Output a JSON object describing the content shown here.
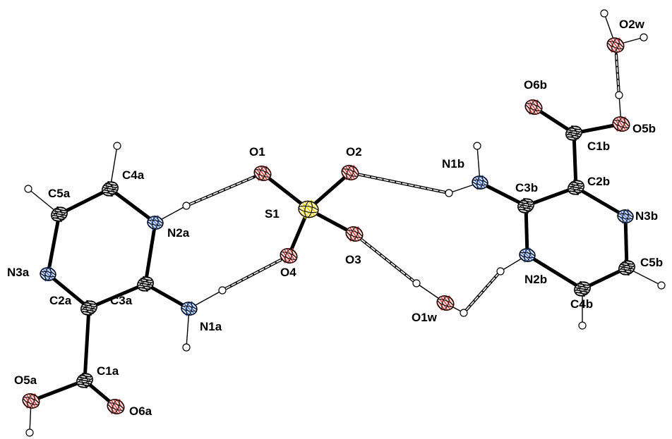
{
  "figure": {
    "colors": {
      "carbon": "#222222",
      "nitrogen": "#3b6fd6",
      "oxygen": "#e0413a",
      "sulfur": "#f0dc1e",
      "hydrogen": "#ffffff",
      "bond": "#000000"
    },
    "atoms": [
      {
        "id": "S1",
        "el": "S",
        "label": "S1"
      },
      {
        "id": "O1",
        "el": "O",
        "label": "O1"
      },
      {
        "id": "O2",
        "el": "O",
        "label": "O2"
      },
      {
        "id": "O3",
        "el": "O",
        "label": "O3"
      },
      {
        "id": "O4",
        "el": "O",
        "label": "O4"
      },
      {
        "id": "N1a",
        "el": "N",
        "label": "N1a"
      },
      {
        "id": "N2a",
        "el": "N",
        "label": "N2a"
      },
      {
        "id": "N3a",
        "el": "N",
        "label": "N3a"
      },
      {
        "id": "C1a",
        "el": "C",
        "label": "C1a"
      },
      {
        "id": "C2a",
        "el": "C",
        "label": "C2a"
      },
      {
        "id": "C3a",
        "el": "C",
        "label": "C3a"
      },
      {
        "id": "C4a",
        "el": "C",
        "label": "C4a"
      },
      {
        "id": "C5a",
        "el": "C",
        "label": "C5a"
      },
      {
        "id": "O5a",
        "el": "O",
        "label": "O5a"
      },
      {
        "id": "O6a",
        "el": "O",
        "label": "O6a"
      },
      {
        "id": "N1b",
        "el": "N",
        "label": "N1b"
      },
      {
        "id": "N2b",
        "el": "N",
        "label": "N2b"
      },
      {
        "id": "N3b",
        "el": "N",
        "label": "N3b"
      },
      {
        "id": "C1b",
        "el": "C",
        "label": "C1b"
      },
      {
        "id": "C2b",
        "el": "C",
        "label": "C2b"
      },
      {
        "id": "C3b",
        "el": "C",
        "label": "C3b"
      },
      {
        "id": "C4b",
        "el": "C",
        "label": "C4b"
      },
      {
        "id": "C5b",
        "el": "C",
        "label": "C5b"
      },
      {
        "id": "O5b",
        "el": "O",
        "label": "O5b"
      },
      {
        "id": "O6b",
        "el": "O",
        "label": "O6b"
      },
      {
        "id": "O1w",
        "el": "O",
        "label": "O1w"
      },
      {
        "id": "O2w",
        "el": "O",
        "label": "O2w"
      },
      {
        "id": "H_C4a",
        "el": "H"
      },
      {
        "id": "H_C5a",
        "el": "H"
      },
      {
        "id": "H_N2a",
        "el": "H"
      },
      {
        "id": "H1_N1a",
        "el": "H"
      },
      {
        "id": "H2_N1a",
        "el": "H"
      },
      {
        "id": "H_O5a",
        "el": "H"
      },
      {
        "id": "H_N1b",
        "el": "H"
      },
      {
        "id": "H2_N1b",
        "el": "H"
      },
      {
        "id": "H_N2b",
        "el": "H"
      },
      {
        "id": "H_C4b",
        "el": "H"
      },
      {
        "id": "H_C5b",
        "el": "H"
      },
      {
        "id": "H1_O1w",
        "el": "H"
      },
      {
        "id": "H2_O1w",
        "el": "H"
      },
      {
        "id": "H_O5b",
        "el": "H"
      },
      {
        "id": "H1_O2w",
        "el": "H"
      },
      {
        "id": "H2_O2w",
        "el": "H"
      }
    ],
    "bonds": [
      [
        "S1",
        "O1"
      ],
      [
        "S1",
        "O2"
      ],
      [
        "S1",
        "O3"
      ],
      [
        "S1",
        "O4"
      ],
      [
        "C4a",
        "N2a"
      ],
      [
        "C4a",
        "C5a"
      ],
      [
        "C5a",
        "N3a"
      ],
      [
        "N3a",
        "C2a"
      ],
      [
        "C2a",
        "C3a"
      ],
      [
        "C3a",
        "N2a"
      ],
      [
        "C3a",
        "N1a"
      ],
      [
        "C2a",
        "C1a"
      ],
      [
        "C1a",
        "O5a"
      ],
      [
        "C1a",
        "O6a"
      ],
      [
        "C3b",
        "N2b"
      ],
      [
        "N2b",
        "C4b"
      ],
      [
        "C4b",
        "C5b"
      ],
      [
        "C5b",
        "N3b"
      ],
      [
        "N3b",
        "C2b"
      ],
      [
        "C2b",
        "C3b"
      ],
      [
        "C3b",
        "N1b"
      ],
      [
        "C2b",
        "C1b"
      ],
      [
        "C1b",
        "O5b"
      ],
      [
        "C1b",
        "O6b"
      ]
    ],
    "h_bonds": [
      [
        "H_C4a",
        "C4a"
      ],
      [
        "H_C5a",
        "C5a"
      ],
      [
        "H_N2a",
        "N2a"
      ],
      [
        "H1_N1a",
        "N1a"
      ],
      [
        "H2_N1a",
        "N1a"
      ],
      [
        "H_O5a",
        "O5a"
      ],
      [
        "H_N1b",
        "N1b"
      ],
      [
        "H2_N1b",
        "N1b"
      ],
      [
        "H_N2b",
        "N2b"
      ],
      [
        "H_C4b",
        "C4b"
      ],
      [
        "H_C5b",
        "C5b"
      ],
      [
        "H1_O1w",
        "O1w"
      ],
      [
        "H2_O1w",
        "O1w"
      ],
      [
        "H_O5b",
        "O5b"
      ],
      [
        "H1_O2w",
        "O2w"
      ],
      [
        "H2_O2w",
        "O2w"
      ]
    ],
    "hydrogen_bonds": [
      [
        "H_N2a",
        "O1"
      ],
      [
        "H1_N1a",
        "O4"
      ],
      [
        "O2",
        "H2_N1b"
      ],
      [
        "O3",
        "H1_O1w"
      ],
      [
        "H2_O1w",
        "H_N2b"
      ],
      [
        "H_O5b",
        "O2w"
      ]
    ]
  }
}
